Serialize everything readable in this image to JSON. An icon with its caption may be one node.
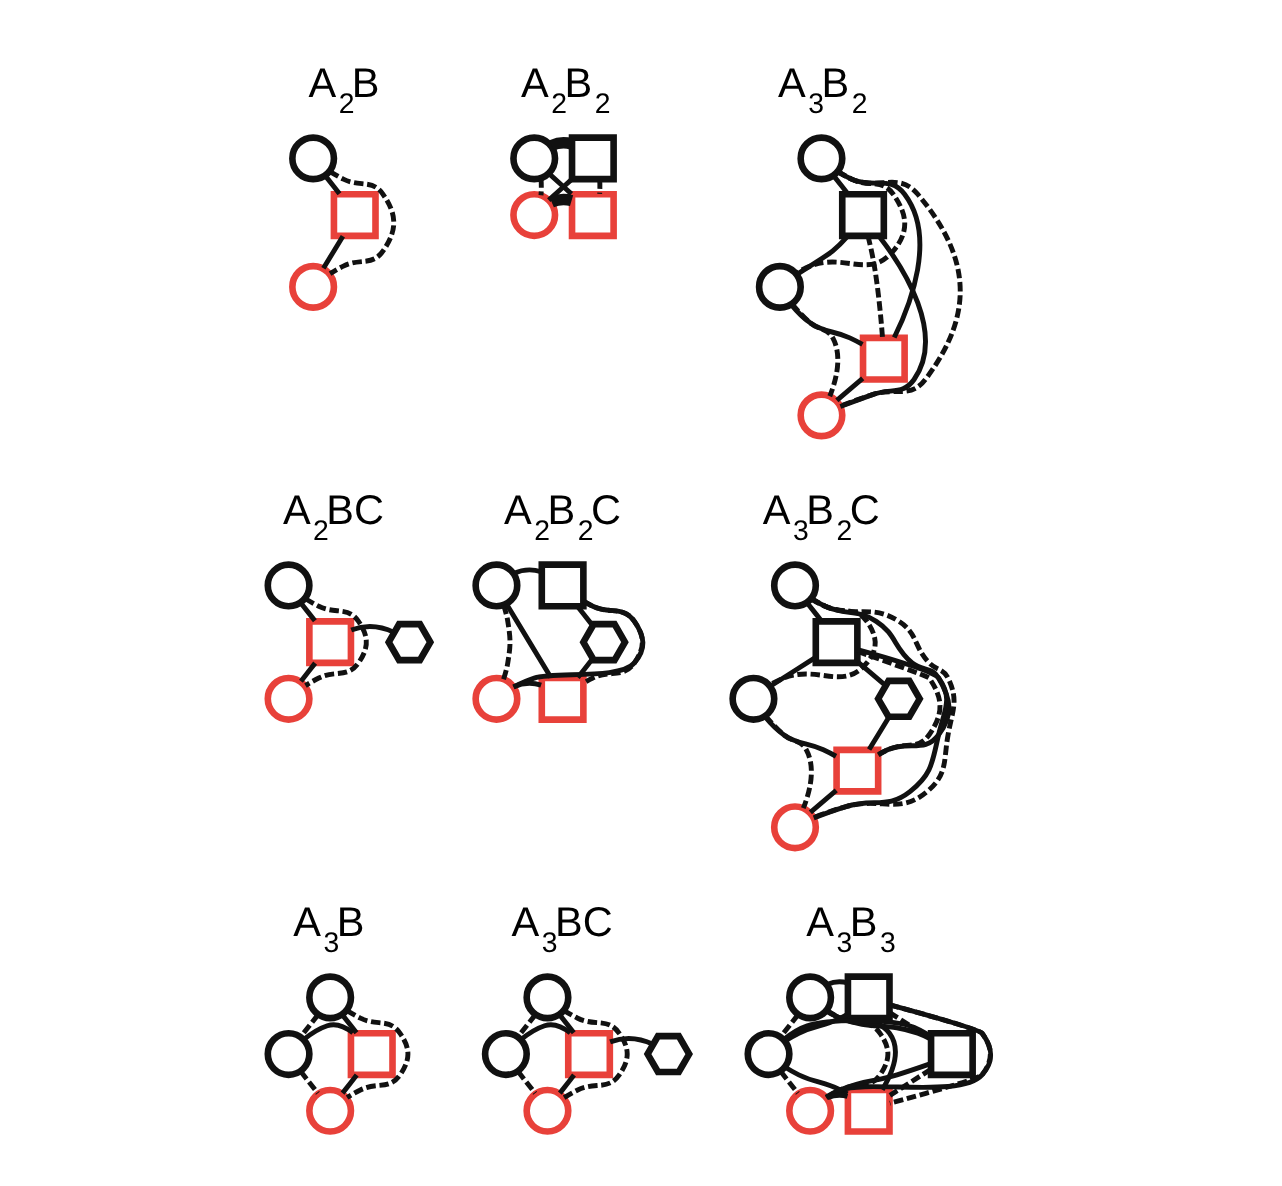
{
  "diagram": {
    "nodes": [
      {
        "text": [],
        "shape": "circle"
      },
      {
        "text": [],
        "shape": "circle"
      },
      {
        "text": [],
        "shape": "box"
      },
      {
        "text": [],
        "shape": "circle"
      },
      {
        "text": [],
        "shape": "box"
      },
      {
        "text": [],
        "shape": "circle"
      },
      {
        "text": [],
        "shape": "box"
      },
      {
        "text": [],
        "shape": "circle"
      },
      {
        "text": [],
        "shape": "circle"
      },
      {
        "text": [],
        "shape": "box"
      },
      {
        "text": [],
        "shape": "circle"
      },
      {
        "text": [],
        "shape": "box"
      },
      {
        "text": [],
        "shape": "circle"
      },
      {
        "text": [],
        "shape": "circle"
      },
      {
        "text": [],
        "shape": "box"
      },
      {
        "text": [],
        "shape": "hexagon"
      },
      {
        "text": [],
        "shape": "circle"
      },
      {
        "text": [],
        "shape": "box"
      },
      {
        "text": [],
        "shape": "circle"
      },
      {
        "text": [],
        "shape": "box"
      },
      {
        "text": [],
        "shape": "hexagon"
      },
      {
        "text": [],
        "shape": "circle"
      },
      {
        "text": [],
        "shape": "circle"
      },
      {
        "text": [],
        "shape": "box"
      },
      {
        "text": [],
        "shape": "circle"
      },
      {
        "text": [],
        "shape": "box"
      },
      {
        "text": [],
        "shape": "hexagon"
      },
      {
        "text": [],
        "shape": "circle"
      },
      {
        "text": [],
        "shape": "circle"
      },
      {
        "text": [],
        "shape": "box"
      },
      {
        "text": [],
        "shape": "circle"
      },
      {
        "text": [],
        "shape": "circle"
      },
      {
        "text": [],
        "shape": "circle"
      },
      {
        "text": [],
        "shape": "box"
      },
      {
        "text": [],
        "shape": "circle"
      },
      {
        "text": [],
        "shape": "hexagon"
      },
      {
        "text": [],
        "shape": "circle"
      },
      {
        "text": [],
        "shape": "box"
      },
      {
        "text": [],
        "shape": "circle"
      },
      {
        "text": [],
        "shape": "box"
      },
      {
        "text": [],
        "shape": "circle"
      },
      {
        "text": [],
        "shape": "box"
      }
    ],
    "edges": [
      {
        "from": 0,
        "to": 1,
        "arrow": "none",
        "style": "dashed"
      },
      {
        "from": 0,
        "to": 2,
        "arrow": "none"
      },
      {
        "from": 1,
        "to": 2,
        "arrow": "none"
      },
      {
        "from": 3,
        "to": 4,
        "arrow": "none",
        "style": "thick"
      },
      {
        "from": 3,
        "to": 5,
        "arrow": "none",
        "style": "dashed"
      },
      {
        "from": 4,
        "to": 6,
        "arrow": "none",
        "style": "dashed"
      },
      {
        "from": 5,
        "to": 6,
        "arrow": "none",
        "style": "thick"
      },
      {
        "from": 3,
        "to": 6,
        "arrow": "none"
      },
      {
        "from": 5,
        "to": 4,
        "arrow": "none"
      },
      {
        "from": 7,
        "to": 8,
        "arrow": "none",
        "style": "dashed"
      },
      {
        "from": 7,
        "to": 10,
        "arrow": "none",
        "style": "dashed"
      },
      {
        "from": 8,
        "to": 10,
        "arrow": "none",
        "style": "dashed"
      },
      {
        "from": 9,
        "to": 11,
        "arrow": "none",
        "style": "dashed"
      },
      {
        "from": 7,
        "to": 9,
        "arrow": "none"
      },
      {
        "from": 7,
        "to": 11,
        "arrow": "none"
      },
      {
        "from": 8,
        "to": 9,
        "arrow": "none"
      },
      {
        "from": 8,
        "to": 11,
        "arrow": "none"
      },
      {
        "from": 10,
        "to": 9,
        "arrow": "none"
      },
      {
        "from": 10,
        "to": 11,
        "arrow": "none"
      },
      {
        "from": 12,
        "to": 13,
        "arrow": "none",
        "style": "dashed"
      },
      {
        "from": 12,
        "to": 14,
        "arrow": "none"
      },
      {
        "from": 13,
        "to": 14,
        "arrow": "none"
      },
      {
        "from": 14,
        "to": 15,
        "arrow": "none"
      },
      {
        "from": 16,
        "to": 17,
        "arrow": "none"
      },
      {
        "from": 16,
        "to": 18,
        "arrow": "none",
        "style": "dashed"
      },
      {
        "from": 17,
        "to": 19,
        "arrow": "none",
        "style": "dashed"
      },
      {
        "from": 18,
        "to": 19,
        "arrow": "none"
      },
      {
        "from": 16,
        "to": 19,
        "arrow": "none"
      },
      {
        "from": 18,
        "to": 17,
        "arrow": "none"
      },
      {
        "from": 17,
        "to": 20,
        "arrow": "none"
      },
      {
        "from": 19,
        "to": 20,
        "arrow": "none"
      },
      {
        "from": 21,
        "to": 22,
        "arrow": "none",
        "style": "dashed"
      },
      {
        "from": 21,
        "to": 24,
        "arrow": "none",
        "style": "dashed"
      },
      {
        "from": 22,
        "to": 24,
        "arrow": "none",
        "style": "dashed"
      },
      {
        "from": 23,
        "to": 25,
        "arrow": "none",
        "style": "dashed"
      },
      {
        "from": 21,
        "to": 23,
        "arrow": "none"
      },
      {
        "from": 21,
        "to": 25,
        "arrow": "none"
      },
      {
        "from": 22,
        "to": 23,
        "arrow": "none"
      },
      {
        "from": 22,
        "to": 25,
        "arrow": "none"
      },
      {
        "from": 24,
        "to": 23,
        "arrow": "none"
      },
      {
        "from": 24,
        "to": 25,
        "arrow": "none"
      },
      {
        "from": 23,
        "to": 26,
        "arrow": "none"
      },
      {
        "from": 25,
        "to": 26,
        "arrow": "none"
      },
      {
        "from": 27,
        "to": 28,
        "arrow": "none",
        "style": "dashed"
      },
      {
        "from": 27,
        "to": 30,
        "arrow": "none",
        "style": "dashed"
      },
      {
        "from": 28,
        "to": 30,
        "arrow": "none",
        "style": "dashed"
      },
      {
        "from": 27,
        "to": 29,
        "arrow": "none"
      },
      {
        "from": 28,
        "to": 29,
        "arrow": "none"
      },
      {
        "from": 30,
        "to": 29,
        "arrow": "none"
      },
      {
        "from": 31,
        "to": 32,
        "arrow": "none",
        "style": "dashed"
      },
      {
        "from": 31,
        "to": 34,
        "arrow": "none",
        "style": "dashed"
      },
      {
        "from": 32,
        "to": 34,
        "arrow": "none",
        "style": "dashed"
      },
      {
        "from": 31,
        "to": 33,
        "arrow": "none"
      },
      {
        "from": 32,
        "to": 33,
        "arrow": "none"
      },
      {
        "from": 34,
        "to": 33,
        "arrow": "none"
      },
      {
        "from": 33,
        "to": 35,
        "arrow": "none"
      },
      {
        "from": 36,
        "to": 38,
        "arrow": "none",
        "style": "dashed"
      },
      {
        "from": 38,
        "to": 40,
        "arrow": "none",
        "style": "dashed"
      },
      {
        "from": 36,
        "to": 40,
        "arrow": "none",
        "style": "dashed"
      },
      {
        "from": 37,
        "to": 39,
        "arrow": "none",
        "style": "dashed"
      },
      {
        "from": 39,
        "to": 41,
        "arrow": "none",
        "style": "dashed"
      },
      {
        "from": 37,
        "to": 41,
        "arrow": "none",
        "style": "dashed"
      },
      {
        "from": 36,
        "to": 37,
        "arrow": "none"
      },
      {
        "from": 36,
        "to": 39,
        "arrow": "none"
      },
      {
        "from": 36,
        "to": 41,
        "arrow": "none"
      },
      {
        "from": 38,
        "to": 37,
        "arrow": "none"
      },
      {
        "from": 38,
        "to": 39,
        "arrow": "none"
      },
      {
        "from": 38,
        "to": 41,
        "arrow": "none"
      },
      {
        "from": 40,
        "to": 37,
        "arrow": "none"
      },
      {
        "from": 40,
        "to": 39,
        "arrow": "none"
      },
      {
        "from": 40,
        "to": 41,
        "arrow": "none"
      }
    ],
    "labels": [
      "A$_{2}$B",
      "A$_{2}$B$_{2}$",
      "A$_{3}$B$_{2}$",
      "A$_{2}$BC",
      "A$_{2}$B$_{2}$C",
      "A$_{3}$B$_{2}$C",
      "A$_{3}$B",
      "A$_{3}$BC",
      "A$_{3}$B$_{3}$"
    ]
  }
}
